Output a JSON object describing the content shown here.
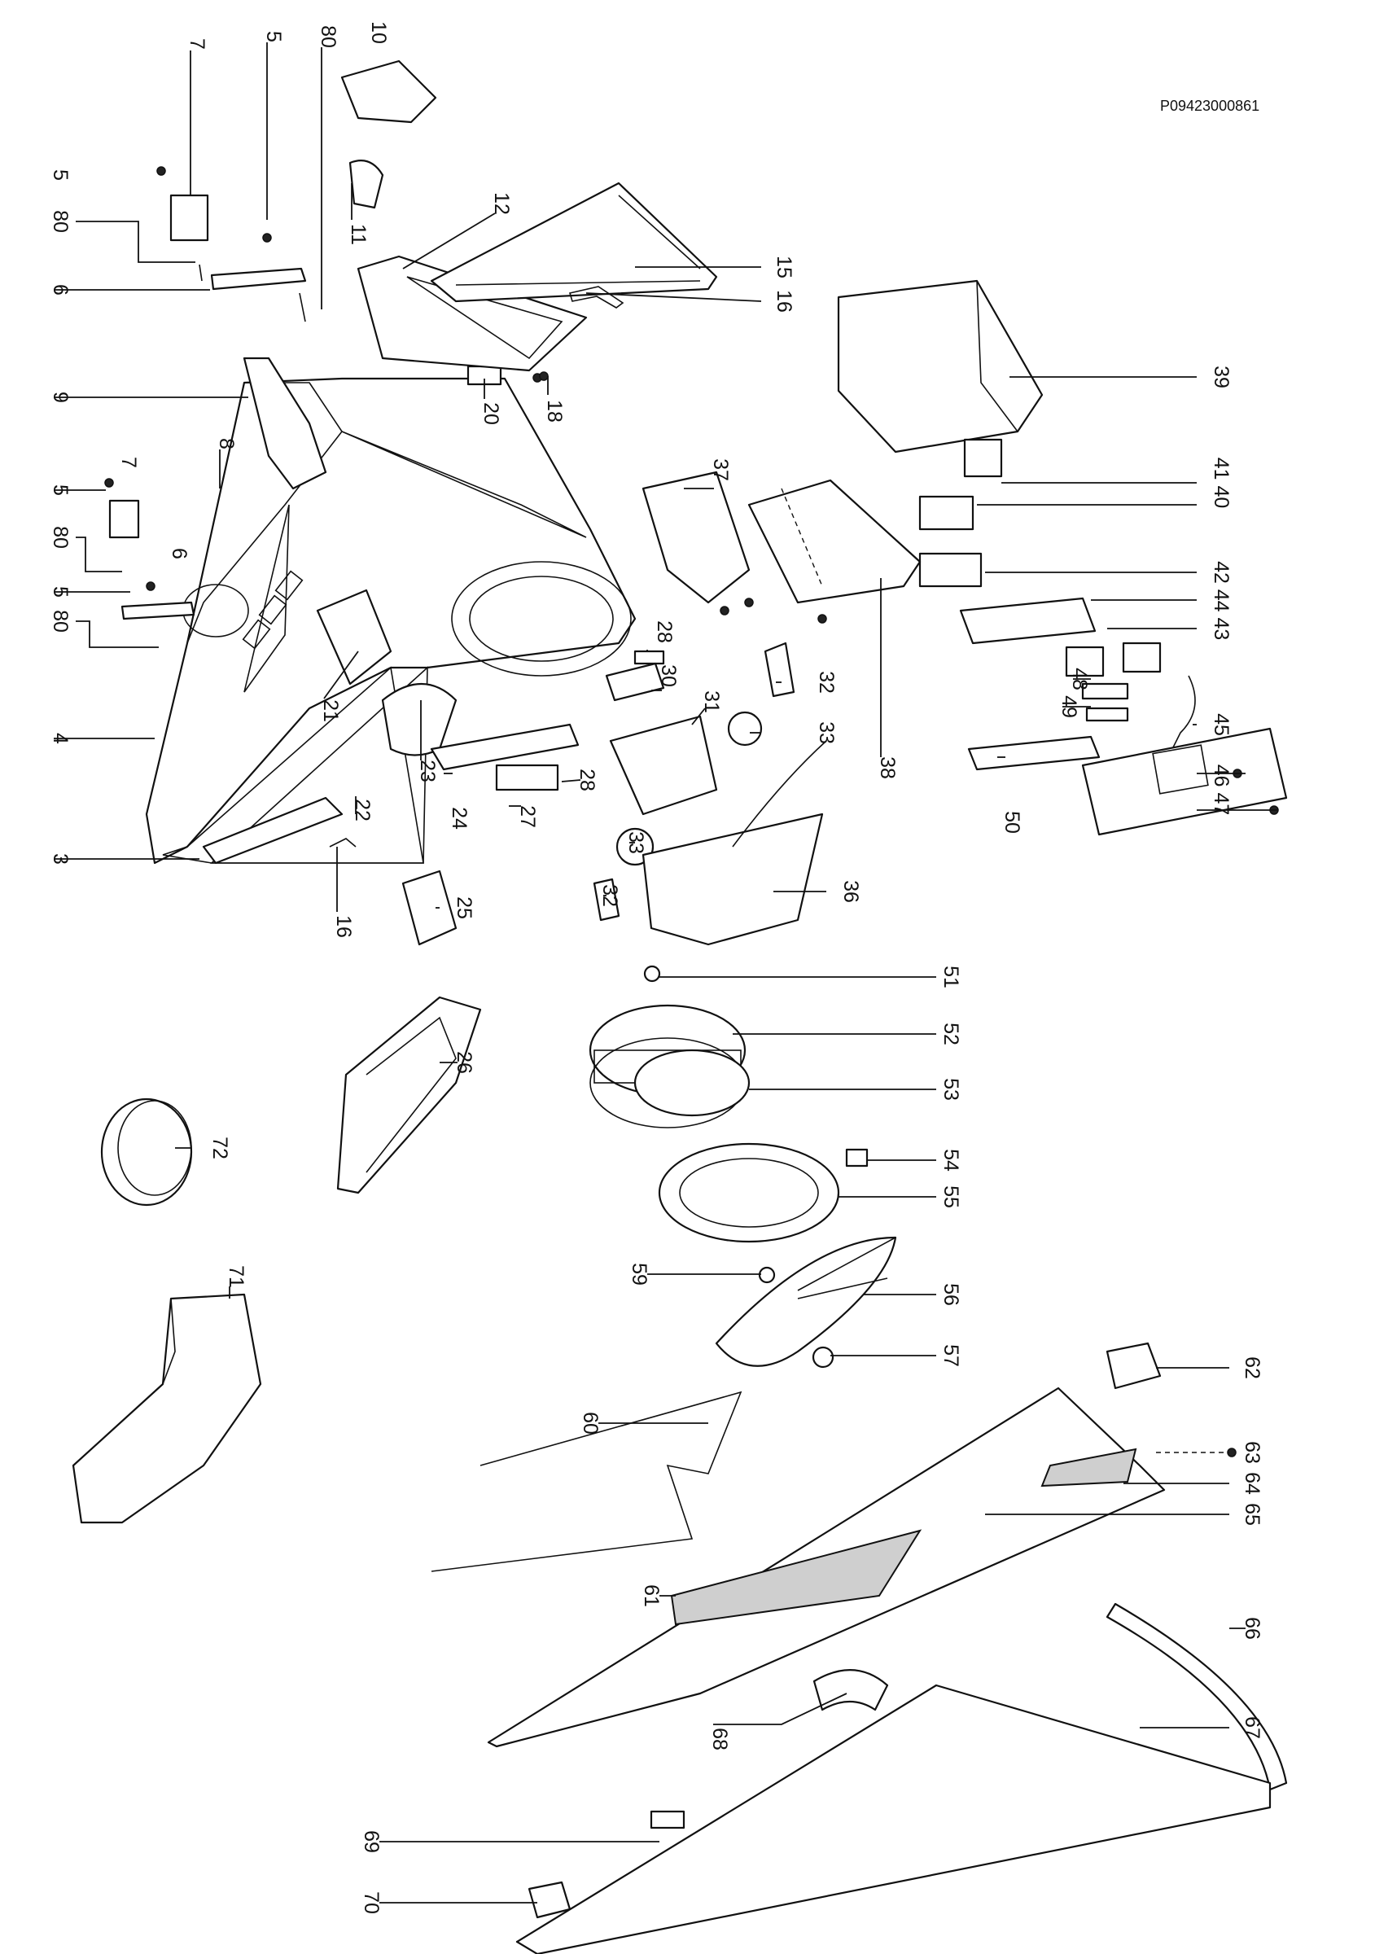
{
  "drawing_code": "P09423000861",
  "callouts": [
    {
      "id": "c7a",
      "label": "7"
    },
    {
      "id": "c5a",
      "label": "5"
    },
    {
      "id": "c80a",
      "label": "80"
    },
    {
      "id": "c10",
      "label": "10"
    },
    {
      "id": "c5b",
      "label": "5"
    },
    {
      "id": "c80b",
      "label": "80"
    },
    {
      "id": "c6a",
      "label": "6"
    },
    {
      "id": "c9",
      "label": "9"
    },
    {
      "id": "c11",
      "label": "11"
    },
    {
      "id": "c12",
      "label": "12"
    },
    {
      "id": "c15",
      "label": "15"
    },
    {
      "id": "c16a",
      "label": "16"
    },
    {
      "id": "c18",
      "label": "18"
    },
    {
      "id": "c20",
      "label": "20"
    },
    {
      "id": "c39",
      "label": "39"
    },
    {
      "id": "c4140",
      "label": "41 40"
    },
    {
      "id": "c5c",
      "label": "5"
    },
    {
      "id": "c7b",
      "label": "7"
    },
    {
      "id": "c8",
      "label": "8"
    },
    {
      "id": "c80c",
      "label": "80"
    },
    {
      "id": "c6b",
      "label": "6"
    },
    {
      "id": "c5d",
      "label": "5"
    },
    {
      "id": "c80d",
      "label": "80"
    },
    {
      "id": "c37",
      "label": "37"
    },
    {
      "id": "c42",
      "label": "42"
    },
    {
      "id": "c4443",
      "label": "44 43"
    },
    {
      "id": "c4",
      "label": "4"
    },
    {
      "id": "c21",
      "label": "21"
    },
    {
      "id": "c28a",
      "label": "28"
    },
    {
      "id": "c30",
      "label": "30"
    },
    {
      "id": "c32a",
      "label": "32"
    },
    {
      "id": "c31",
      "label": "31"
    },
    {
      "id": "c33a",
      "label": "33"
    },
    {
      "id": "c38",
      "label": "38"
    },
    {
      "id": "c48",
      "label": "48"
    },
    {
      "id": "c49",
      "label": "49"
    },
    {
      "id": "c45",
      "label": "45"
    },
    {
      "id": "c4647",
      "label": "46 47"
    },
    {
      "id": "c22",
      "label": "22"
    },
    {
      "id": "c23",
      "label": "23"
    },
    {
      "id": "c24",
      "label": "24"
    },
    {
      "id": "c28b",
      "label": "28"
    },
    {
      "id": "c27",
      "label": "27"
    },
    {
      "id": "c50",
      "label": "50"
    },
    {
      "id": "c3",
      "label": "3"
    },
    {
      "id": "c16b",
      "label": "16"
    },
    {
      "id": "c25",
      "label": "25"
    },
    {
      "id": "c33b",
      "label": "33"
    },
    {
      "id": "c32b",
      "label": "32"
    },
    {
      "id": "c36",
      "label": "36"
    },
    {
      "id": "c51",
      "label": "51"
    },
    {
      "id": "c52",
      "label": "52"
    },
    {
      "id": "c26",
      "label": "26"
    },
    {
      "id": "c53",
      "label": "53"
    },
    {
      "id": "c72",
      "label": "72"
    },
    {
      "id": "c54",
      "label": "54"
    },
    {
      "id": "c55",
      "label": "55"
    },
    {
      "id": "c71",
      "label": "71"
    },
    {
      "id": "c59",
      "label": "59"
    },
    {
      "id": "c56",
      "label": "56"
    },
    {
      "id": "c57",
      "label": "57"
    },
    {
      "id": "c60",
      "label": "60"
    },
    {
      "id": "c62",
      "label": "62"
    },
    {
      "id": "c63",
      "label": "63"
    },
    {
      "id": "c64",
      "label": "64"
    },
    {
      "id": "c65",
      "label": "65"
    },
    {
      "id": "c61",
      "label": "61"
    },
    {
      "id": "c66",
      "label": "66"
    },
    {
      "id": "c68",
      "label": "68"
    },
    {
      "id": "c67",
      "label": "67"
    },
    {
      "id": "c69",
      "label": "69"
    },
    {
      "id": "c70",
      "label": "70"
    }
  ]
}
